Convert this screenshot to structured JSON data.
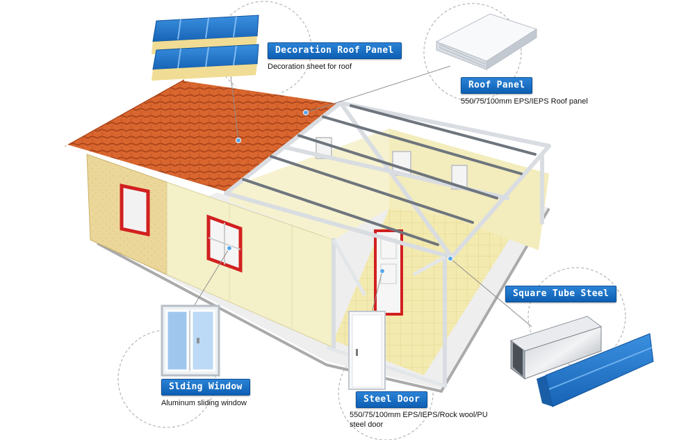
{
  "components": {
    "decoration_roof_panel": {
      "title": "Decoration Roof Panel",
      "description": "Decoration sheet for roof"
    },
    "roof_panel": {
      "title": "Roof Panel",
      "description": "550/75/100mm EPS/IEPS Roof panel"
    },
    "square_tube_steel": {
      "title": "Square Tube Steel"
    },
    "sliding_window": {
      "title": "Slding Window",
      "description": "Aluminum sliding window"
    },
    "steel_door": {
      "title": "Steel Door",
      "description_lines": [
        "550/75/100mm EPS/IEPS/Rock wool/PU",
        "steel door"
      ]
    }
  },
  "colors": {
    "label_blue": "#1a6fc4",
    "roof_tile": "#d9662e",
    "wall_cream": "#f4f0c8",
    "wall_tan": "#ecd79a",
    "frame_steel": "#d9dde2",
    "accent_red": "#d22020",
    "panel_blue": "#2a7fd4"
  }
}
